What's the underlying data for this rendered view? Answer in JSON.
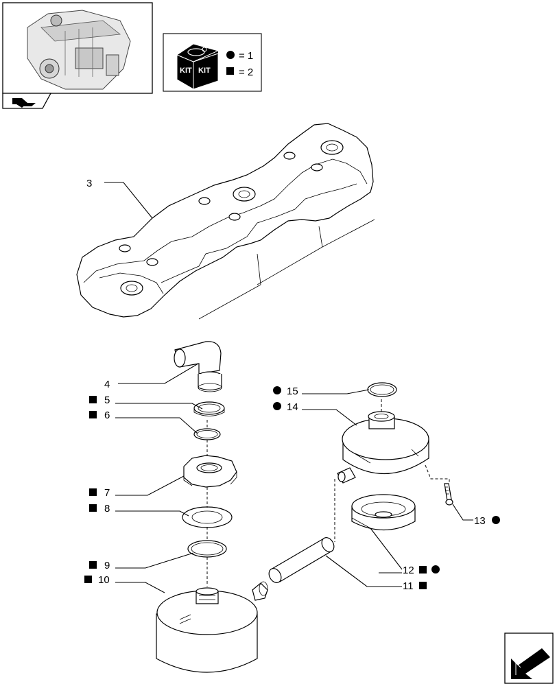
{
  "kit_legend": {
    "kit_text_left": "KIT",
    "kit_text_right": "KIT",
    "circle_value": "= 1",
    "square_value": "= 2"
  },
  "callouts": [
    {
      "id": "c3",
      "number": "3",
      "symbols": []
    },
    {
      "id": "c4",
      "number": "4",
      "symbols": []
    },
    {
      "id": "c5",
      "number": "5",
      "symbols": [
        "square"
      ]
    },
    {
      "id": "c6",
      "number": "6",
      "symbols": [
        "square"
      ]
    },
    {
      "id": "c7",
      "number": "7",
      "symbols": [
        "square"
      ]
    },
    {
      "id": "c8",
      "number": "8",
      "symbols": [
        "square"
      ]
    },
    {
      "id": "c9",
      "number": "9",
      "symbols": [
        "square"
      ]
    },
    {
      "id": "c10",
      "number": "10",
      "symbols": [
        "square"
      ]
    },
    {
      "id": "c11",
      "number": "11",
      "symbols": [
        "square"
      ]
    },
    {
      "id": "c12",
      "number": "12",
      "symbols": [
        "square",
        "circle"
      ]
    },
    {
      "id": "c13",
      "number": "13",
      "symbols": [
        "circle"
      ]
    },
    {
      "id": "c14",
      "number": "14",
      "symbols": [
        "circle"
      ]
    },
    {
      "id": "c15",
      "number": "15",
      "symbols": [
        "circle"
      ]
    }
  ],
  "icons": {
    "engine_thumbnail": "engine-thumbnail-icon",
    "nav_back": "nav-back-icon",
    "kit_box": "kit-box-icon",
    "next_page": "next-page-arrow-icon"
  }
}
